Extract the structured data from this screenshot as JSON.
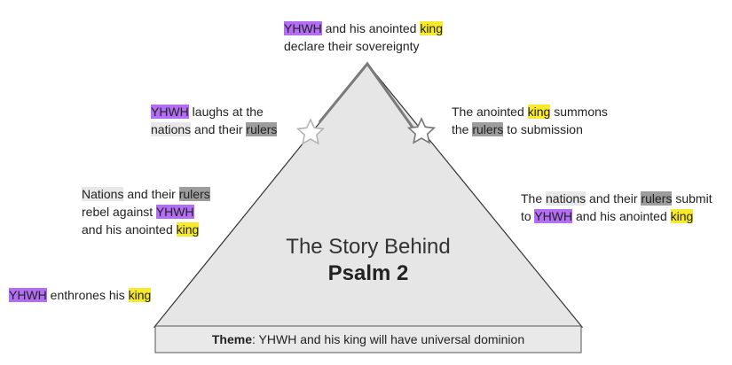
{
  "colors": {
    "yhwh_highlight": "#b36ef5",
    "king_highlight": "#f7ea2a",
    "nations_highlight": "#e8e8e8",
    "rulers_highlight": "#9d9d9d",
    "triangle_fill": "#e6e6e6",
    "triangle_stroke": "#333333"
  },
  "center": {
    "title_line1": "The Story Behind",
    "title_line2": "Psalm 2"
  },
  "theme": {
    "label": "Theme",
    "text": ": YHWH and his king will have universal dominion"
  },
  "labels": {
    "apex": {
      "l1_yhwh": "YHWH",
      "l1_mid": " and his anointed ",
      "l1_king": "king",
      "l2": "declare their sovereignty"
    },
    "upper_left": {
      "l1_yhwh": "YHWH",
      "l1_rest": " laughs at the",
      "l2_nations": "nations",
      "l2_mid": " and their ",
      "l2_rulers": "rulers"
    },
    "upper_right": {
      "l1_pre": "The anointed ",
      "l1_king": "king",
      "l1_post": " summons",
      "l2_pre": "the ",
      "l2_rulers": "rulers",
      "l2_post": " to submission"
    },
    "mid_left": {
      "l1_nations": "Nations",
      "l1_mid": " and their ",
      "l1_rulers": "rulers",
      "l2_pre": "rebel against ",
      "l2_yhwh": "YHWH",
      "l3_pre": "and his anointed ",
      "l3_king": "king"
    },
    "mid_right": {
      "l1_pre": "The ",
      "l1_nations": "nations",
      "l1_mid": " and their ",
      "l1_rulers": "rulers",
      "l1_post": " submit",
      "l2_pre": "to ",
      "l2_yhwh": "YHWH",
      "l2_mid": " and his anointed ",
      "l2_king": "king"
    },
    "bottom_left": {
      "l1_yhwh": "YHWH",
      "l1_mid": " enthrones his ",
      "l1_king": "king"
    }
  }
}
